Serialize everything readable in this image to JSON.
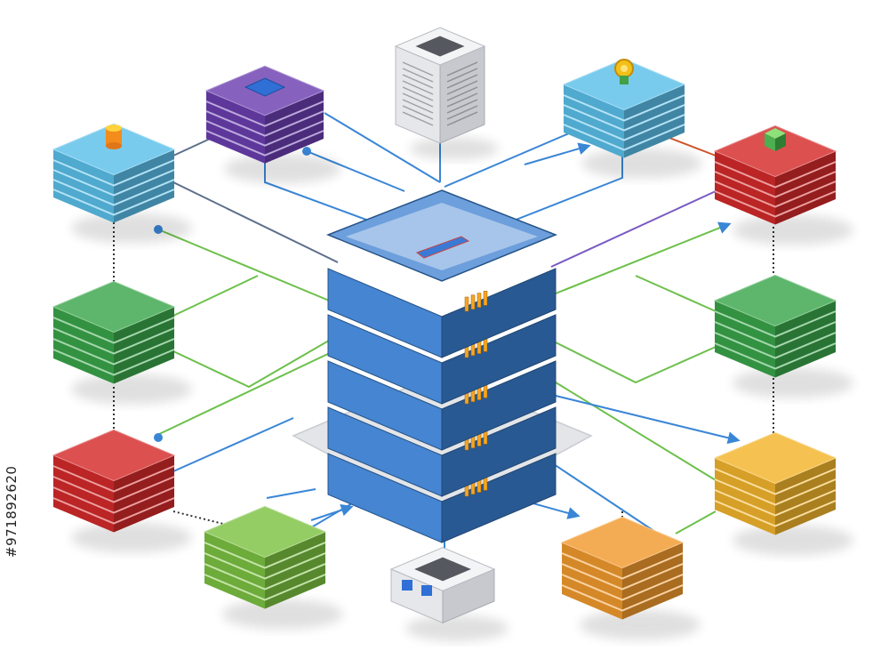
{
  "image_id_text": "#971892620",
  "colors": {
    "background": "#ffffff",
    "central_server": "#3b7fd0",
    "purple": "#6b3fb0",
    "cyan": "#5bc0ea",
    "red": "#d42a2a",
    "green": "#3aa64a",
    "lime": "#7cc242",
    "yellow": "#f3b52c",
    "orange": "#f29a2e",
    "gray": "#c9cbcf",
    "connector_blue": "#3a86d6",
    "connector_green": "#6cc04a",
    "connector_purple": "#7a5bc4",
    "connector_red": "#d0532b"
  },
  "nodes": [
    {
      "name": "server-stack-purple",
      "kind": "stack",
      "color": "purple",
      "cap_icon": "chip-icon"
    },
    {
      "name": "storage-unit-gray-top",
      "kind": "box",
      "color": "gray"
    },
    {
      "name": "server-stack-cyan-top-right",
      "kind": "stack",
      "color": "cyan",
      "cap_icon": "gear-icon"
    },
    {
      "name": "server-stack-cyan-left",
      "kind": "stack",
      "color": "cyan",
      "cap_icon": "database-icon"
    },
    {
      "name": "server-stack-red-right",
      "kind": "stack",
      "color": "red",
      "cap_icon": "cube-icon"
    },
    {
      "name": "server-stack-green-left",
      "kind": "stack",
      "color": "green"
    },
    {
      "name": "server-stack-green-right",
      "kind": "stack",
      "color": "green"
    },
    {
      "name": "server-stack-red-left",
      "kind": "stack",
      "color": "red"
    },
    {
      "name": "server-stack-yellow-right",
      "kind": "stack",
      "color": "yellow"
    },
    {
      "name": "server-stack-lime-bottom",
      "kind": "stack",
      "color": "lime"
    },
    {
      "name": "storage-unit-gray-bottom",
      "kind": "box",
      "color": "gray"
    },
    {
      "name": "server-stack-orange-bottom",
      "kind": "stack",
      "color": "orange"
    }
  ]
}
